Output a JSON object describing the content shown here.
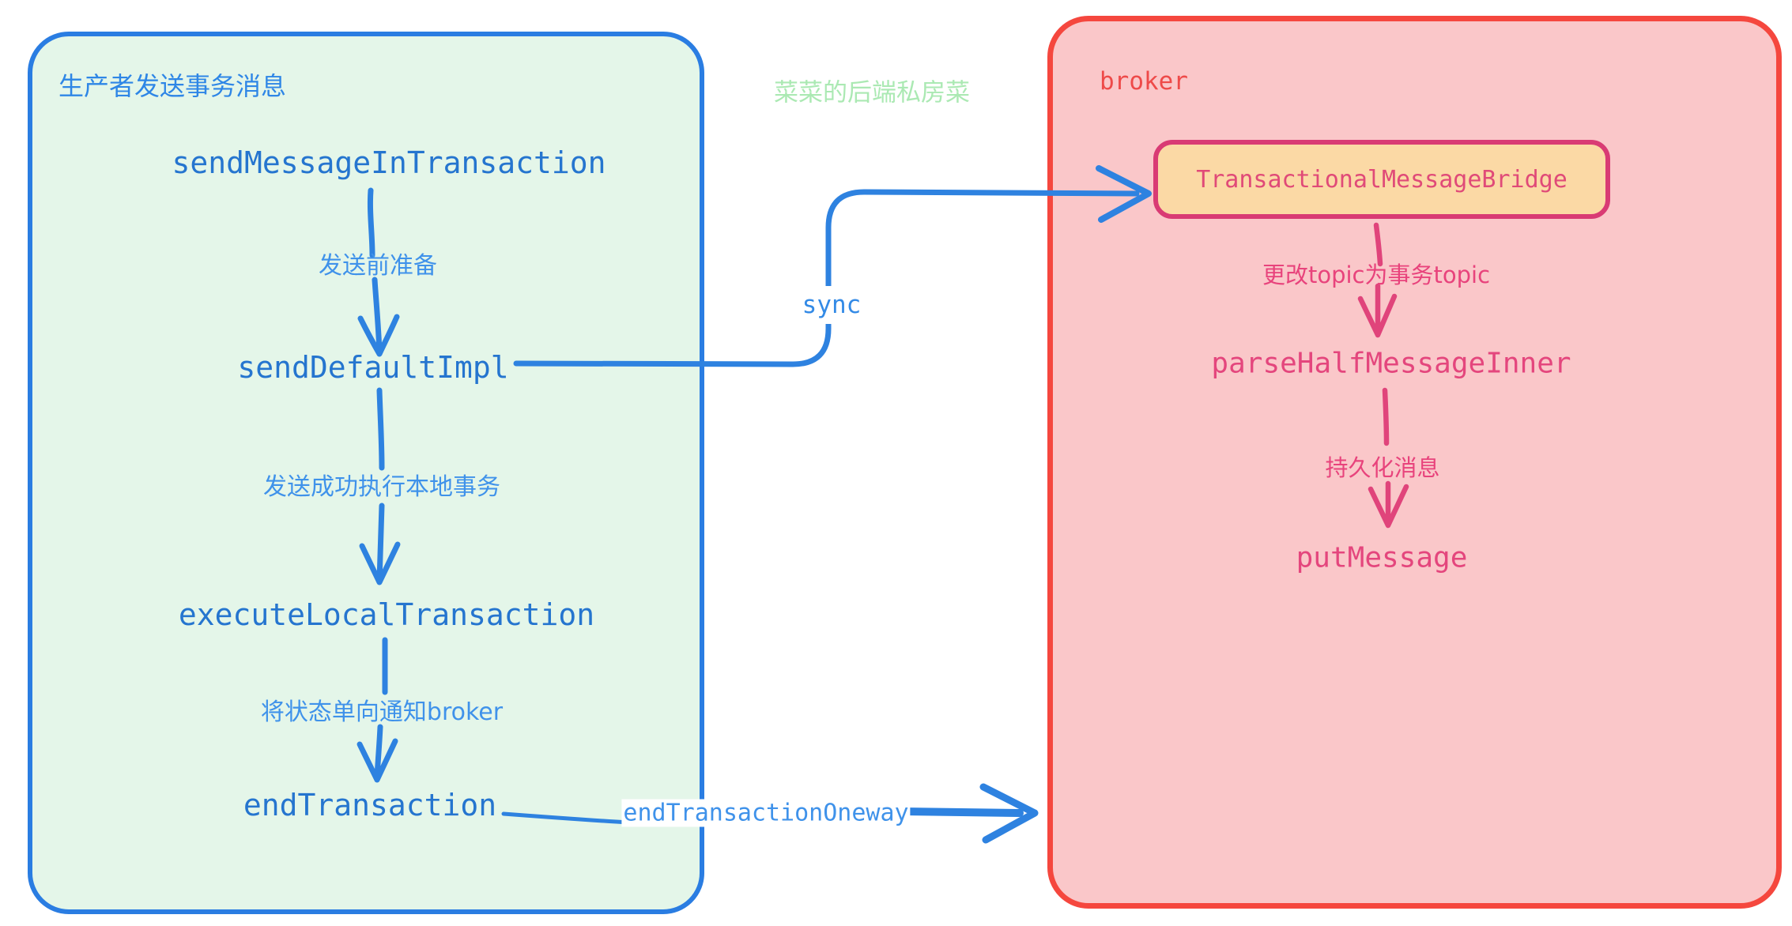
{
  "watermark": "菜菜的后端私房菜",
  "producer": {
    "title": "生产者发送事务消息",
    "nodes": [
      "sendMessageInTransaction",
      "sendDefaultImpl",
      "executeLocalTransaction",
      "endTransaction"
    ],
    "edge_labels": [
      "发送前准备",
      "发送成功执行本地事务",
      "将状态单向通知broker"
    ]
  },
  "broker": {
    "title": "broker",
    "bridge_node": "TransactionalMessageBridge",
    "nodes": [
      "parseHalfMessageInner",
      "putMessage"
    ],
    "edge_labels": [
      "更改topic为事务topic",
      "持久化消息"
    ]
  },
  "connectors": {
    "sync_label": "sync",
    "oneway_label": "endTransactionOneway"
  },
  "colors": {
    "producer_fill": "#e4f6e9",
    "producer_border": "#2a7de2",
    "broker_fill": "#fac7c9",
    "broker_border": "#f5473e",
    "bridge_fill": "#fbd9a5",
    "bridge_border": "#d93b74",
    "blue_wire": "#2e82e0",
    "blue_code_text": "#2575cf",
    "blue_cn_text": "#3f92ea",
    "pink_wire": "#e0447b",
    "pink_text": "#e4467d",
    "broker_title_text": "#ee4a49",
    "watermark_text": "#abe9b3"
  }
}
